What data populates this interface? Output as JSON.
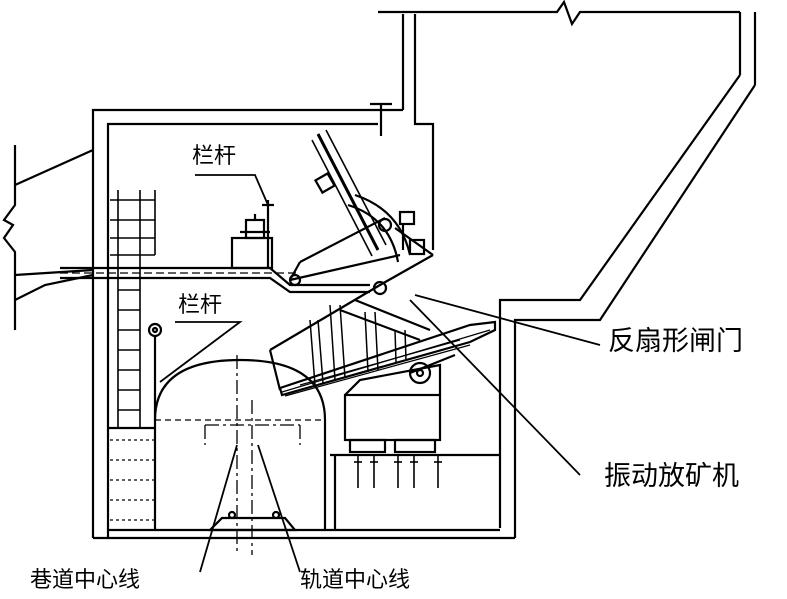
{
  "labels": {
    "railing_upper": "栏杆",
    "railing_lower": "栏杆",
    "reverse_sector_gate": "反扇形闸门",
    "vibrating_feeder": "振动放矿机",
    "roadway_centerline": "巷道中心线",
    "track_centerline": "轨道中心线"
  },
  "colors": {
    "ink": "#000000",
    "paper": "#ffffff"
  }
}
